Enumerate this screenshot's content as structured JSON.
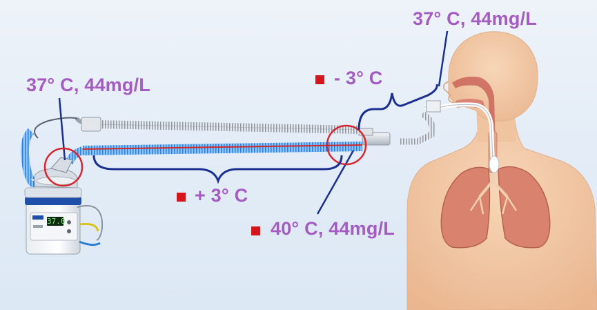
{
  "labels": {
    "top_right": "37° C, 44mg/L",
    "top_left": "37° C, 44mg/L",
    "minus3": "- 3° C",
    "plus3": "+ 3° C",
    "chamber_out": "40° C, 44mg/L"
  },
  "device": {
    "display": "37.0"
  },
  "colors": {
    "label_purple": "#a45cc2",
    "bullet_red": "#d4151b",
    "bracket_blue": "#1a2f8f",
    "highlight_circle": "#d7262e",
    "heater_wire_red": "#d22a2a",
    "tube_blue": "#3a8fe0",
    "skin": "#f4c9a6",
    "lung": "#d9826e"
  }
}
